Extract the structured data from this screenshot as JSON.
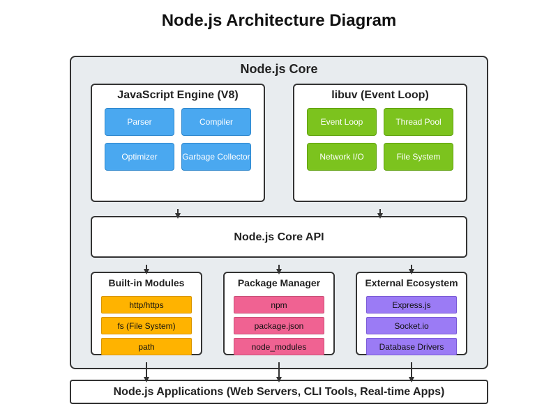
{
  "title": "Node.js Architecture Diagram",
  "core": {
    "title": "Node.js Core",
    "v8": {
      "title": "JavaScript Engine (V8)",
      "items": [
        "Parser",
        "Compiler",
        "Optimizer",
        "Garbage Collector"
      ]
    },
    "libuv": {
      "title": "libuv (Event Loop)",
      "items": [
        "Event Loop",
        "Thread Pool",
        "Network I/O",
        "File System"
      ]
    },
    "api": {
      "label": "Node.js Core API"
    },
    "builtin": {
      "title": "Built-in Modules",
      "items": [
        "http/https",
        "fs (File System)",
        "path"
      ]
    },
    "package_manager": {
      "title": "Package Manager",
      "items": [
        "npm",
        "package.json",
        "node_modules"
      ]
    },
    "ecosystem": {
      "title": "External Ecosystem",
      "items": [
        "Express.js",
        "Socket.io",
        "Database Drivers"
      ]
    }
  },
  "applications": {
    "label": "Node.js Applications (Web Servers, CLI Tools, Real-time Apps)"
  },
  "colors": {
    "v8_chip": "#4aa8f0",
    "libuv_chip": "#7cc31e",
    "builtin_chip": "#ffb300",
    "package_chip": "#f06292",
    "ecosystem_chip": "#9b7bf5",
    "core_background": "#e8ecef",
    "arrow": "#333333"
  }
}
